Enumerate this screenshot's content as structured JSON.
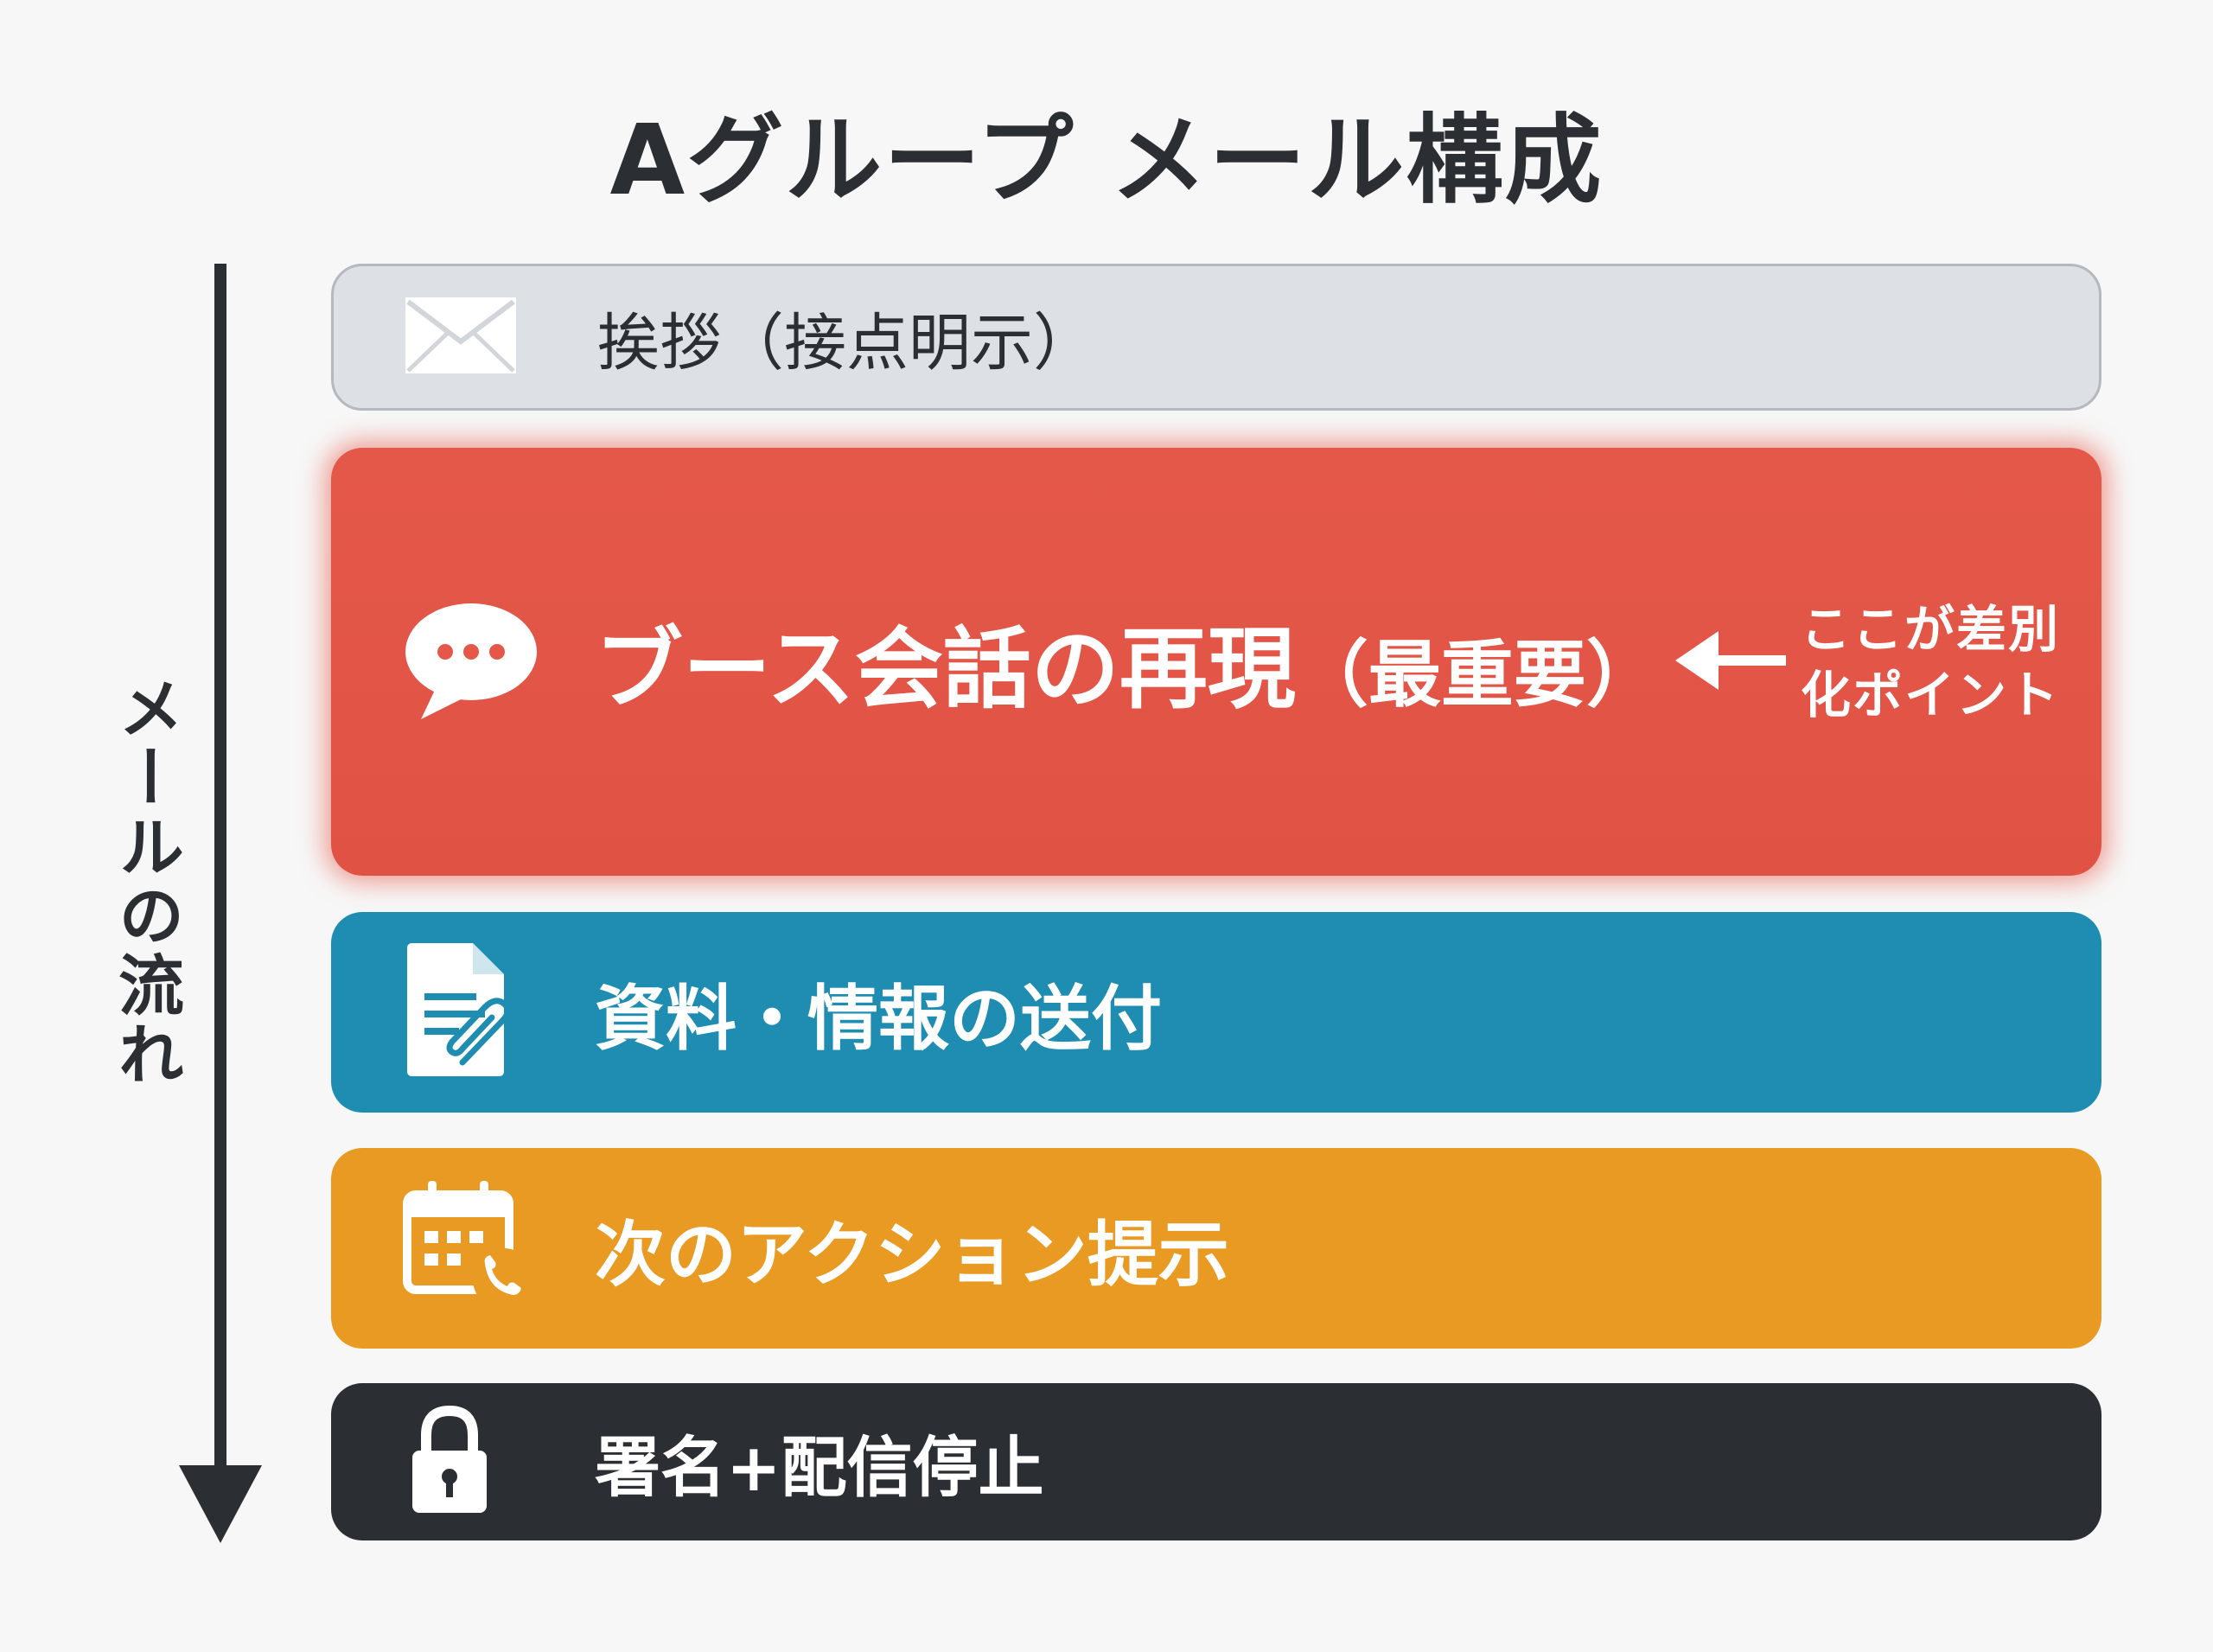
{
  "title": "Aグループ メール構成",
  "flow_label": "メールの流れ",
  "sections": [
    {
      "label": "挨拶（接点明示）",
      "icon": "envelope-icon",
      "color": "#dde0e4"
    },
    {
      "label": "ブース会話の再現",
      "label_suffix": "（最重要）",
      "icon": "speech-bubble-icon",
      "color": "#e4584a",
      "note_line1": "ここが差別",
      "note_line2": "化ポイント"
    },
    {
      "label": "資料・情報の送付",
      "icon": "document-attachment-icon",
      "color": "#1f8db2"
    },
    {
      "label": "次のアクション提示",
      "icon": "calendar-phone-icon",
      "color": "#e89a22"
    },
    {
      "label": "署名+配信停止",
      "icon": "lock-icon",
      "color": "#2b2e33"
    }
  ]
}
